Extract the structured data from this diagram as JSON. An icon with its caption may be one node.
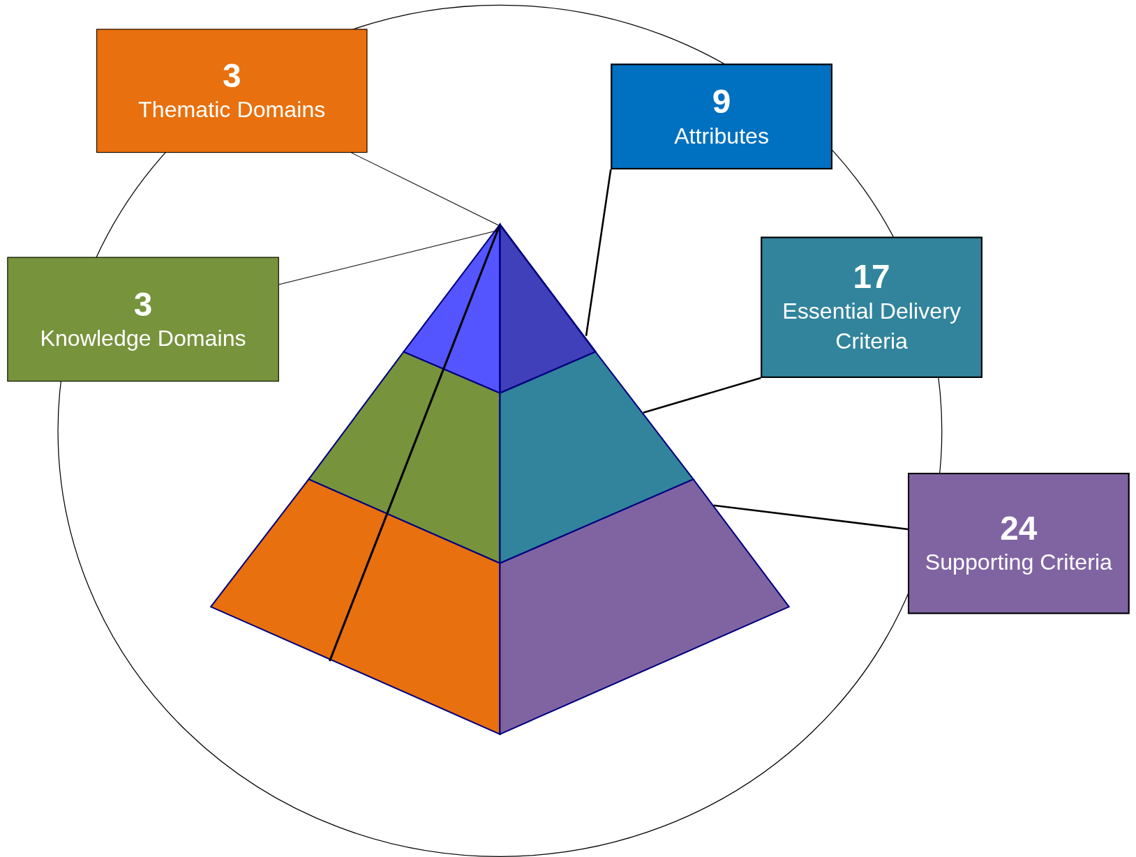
{
  "diagram": {
    "nodes": [
      {
        "text": [
          "3",
          "Thematic Domains"
        ]
      },
      {
        "text": [
          "9",
          "Attributes"
        ]
      },
      {
        "text": [
          "17",
          "Essential Delivery Criteria"
        ]
      },
      {
        "text": [
          "3",
          "Knowledge Domains"
        ]
      },
      {
        "text": [
          "24",
          "Supporting Criteria"
        ]
      },
      {
        "text": [],
        "shape": "triangle"
      },
      {
        "text": [],
        "shape": "polygon"
      },
      {
        "text": [],
        "shape": "polygon"
      }
    ],
    "edges": [
      {
        "from": 0,
        "to": 5,
        "arrow": "none"
      },
      {
        "from": 1,
        "to": 5,
        "arrow": "none"
      },
      {
        "from": 2,
        "to": 6,
        "arrow": "none"
      },
      {
        "from": 3,
        "to": 5,
        "arrow": "none"
      },
      {
        "from": 4,
        "to": 7,
        "arrow": "none"
      }
    ]
  }
}
